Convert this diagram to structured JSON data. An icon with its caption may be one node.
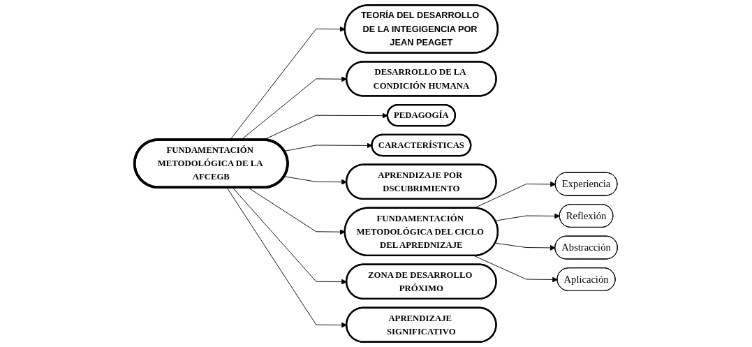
{
  "diagram": {
    "nodes": [
      {
        "text": [
          "TEORÍA DEL DESARROLLO DE LA INTEGIGENCIA POR JEAN PEAGET"
        ]
      },
      {
        "text": [
          "DESARROLLO DE LA CONDICIÓN HUMANA"
        ]
      },
      {
        "text": [
          "PEDAGOGÍA"
        ]
      },
      {
        "text": [
          "CARACTERÍSTICAS"
        ]
      },
      {
        "text": [
          "Experiencia"
        ]
      },
      {
        "text": [
          "Reflexión"
        ]
      },
      {
        "text": [
          "FUNDAMENTACIÓN METODOLÓGICA DE LA AFCEGB"
        ]
      },
      {
        "text": [
          "APRENDIZAJE POR DSCUBRIMIENTO"
        ]
      },
      {
        "text": [
          "FUNDAMENTACIÓN METODOLÓGICA DEL CICLO DEL APREDNIZAJE"
        ]
      },
      {
        "text": [
          "ZONA DE DESARROLLO PRÓXIMO"
        ]
      },
      {
        "text": [
          "APRENDIZAJE SIGNIFICATIVO"
        ]
      },
      {
        "text": [
          "Abstracción"
        ]
      },
      {
        "text": [
          "Aplicación"
        ]
      }
    ],
    "edges": [
      {
        "from": 6,
        "to": 0,
        "arrow": "to"
      },
      {
        "from": 6,
        "to": 1,
        "arrow": "to"
      },
      {
        "from": 6,
        "to": 2,
        "arrow": "to"
      },
      {
        "from": 6,
        "to": 3,
        "arrow": "to"
      },
      {
        "from": 6,
        "to": 7,
        "arrow": "to"
      },
      {
        "from": 6,
        "to": 8,
        "arrow": "to"
      },
      {
        "from": 6,
        "to": 9,
        "arrow": "to"
      },
      {
        "from": 6,
        "to": 10,
        "arrow": "to"
      },
      {
        "from": 8,
        "to": 4,
        "arrow": "to"
      },
      {
        "from": 8,
        "to": 5,
        "arrow": "to"
      },
      {
        "from": 8,
        "to": 11,
        "arrow": "to"
      },
      {
        "from": 8,
        "to": 12,
        "arrow": "to"
      }
    ]
  }
}
